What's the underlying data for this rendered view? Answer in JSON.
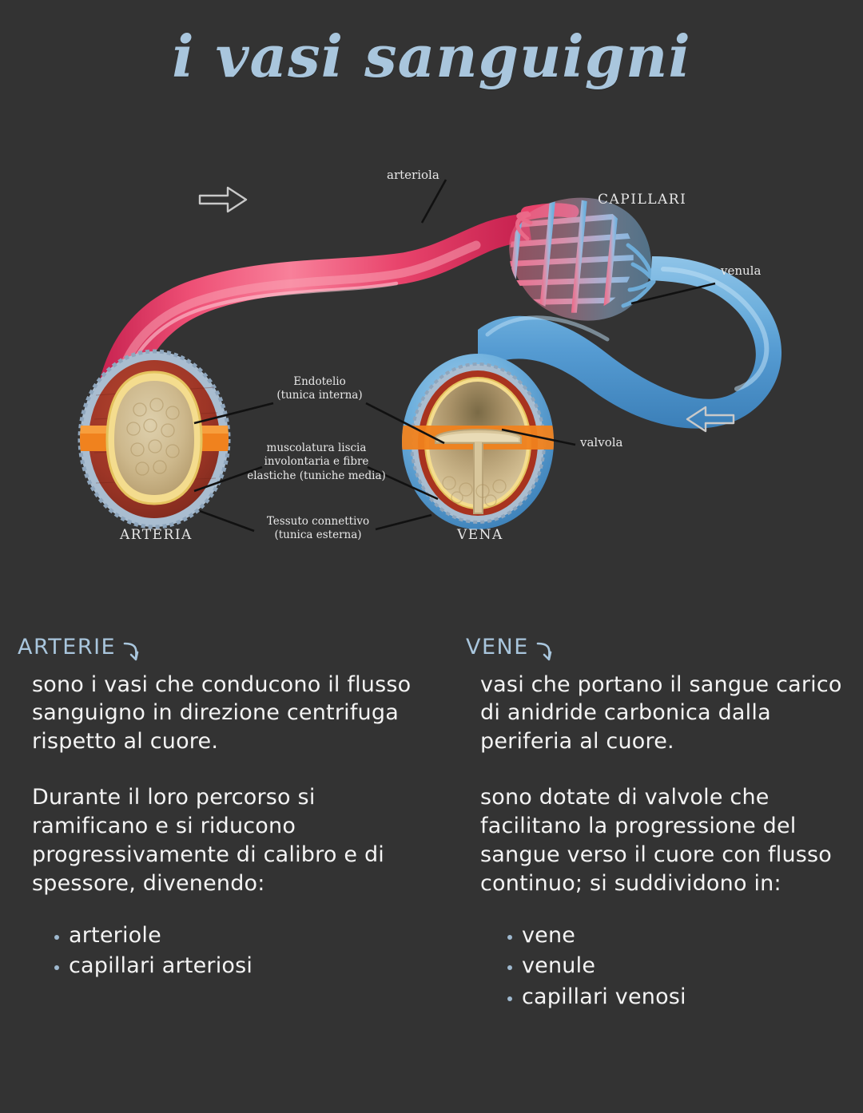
{
  "page": {
    "title": "i vasi sanguigni",
    "background_color": "#333333",
    "accent_color": "#a9c6dd"
  },
  "diagram": {
    "name": "blood-vessels-anatomy-diagram",
    "labels": {
      "arteriola": "arteriola",
      "capillari": "CAPILLARI",
      "venula": "venula",
      "valvola": "valvola",
      "endotelio": "Endotelio\n(tunica interna)",
      "muscolatura": "muscolatura liscia\ninvolontaria e fibre\nelastiche (tuniche media)",
      "connettivo": "Tessuto connettivo\n(tunica esterna)",
      "arteria": "ARTERIA",
      "vena": "VENA"
    },
    "flow_arrows": [
      {
        "name": "arrow-right-arterial-flow",
        "direction": "right"
      },
      {
        "name": "arrow-left-venous-flow",
        "direction": "left"
      }
    ],
    "colors": {
      "artery_tube": "#e8436b",
      "vein_tube": "#5fa5d8",
      "muscle_layer": "#a33a27",
      "endothelium": "#f2d98a",
      "lumen": "#c9b07f",
      "connective": "#a9bdd0",
      "capillary_arterial": "#e8879f",
      "capillary_venous": "#7cb6e0"
    }
  },
  "columns": {
    "left": {
      "heading": "ARTERIE",
      "paragraphs": [
        "sono i vasi che conducono il flusso sanguigno in direzione centrifuga rispetto al cuore.",
        "Durante il loro percorso si ramificano e si riducono progressivamente di calibro e di spessore, divenendo:"
      ],
      "bullets": [
        "arteriole",
        "capillari arteriosi"
      ]
    },
    "right": {
      "heading": "VENE",
      "paragraphs": [
        "vasi che portano il sangue carico di anidride carbonica dalla periferia al cuore.",
        "sono dotate di valvole che facilitano la progressione del sangue verso il cuore con flusso continuo; si suddividono in:"
      ],
      "bullets": [
        "vene",
        "venule",
        "capillari venosi"
      ]
    }
  }
}
